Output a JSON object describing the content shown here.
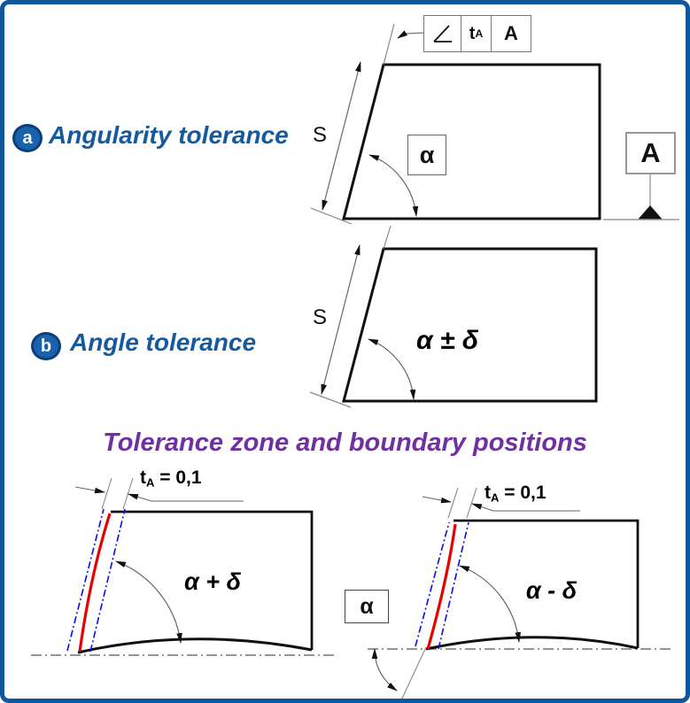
{
  "section_a": {
    "badge": "a",
    "title": "Angularity tolerance",
    "fcf": {
      "symbol_icon": "angularity-symbol",
      "tolerance_base": "t",
      "tolerance_sub": "A",
      "datum_ref": "A"
    },
    "labels": {
      "length": "S",
      "angle": "α"
    },
    "datum_flag": "A"
  },
  "section_b": {
    "badge": "b",
    "title": "Angle tolerance",
    "labels": {
      "length": "S",
      "angle": "α ± δ"
    }
  },
  "bottom": {
    "heading": "Tolerance zone and boundary positions",
    "left_diagram": {
      "tolerance_base": "t",
      "tolerance_sub": "A",
      "tolerance_value": " = 0,1",
      "angle": "α + δ"
    },
    "right_diagram": {
      "tolerance_base": "t",
      "tolerance_sub": "A",
      "tolerance_value": " = 0,1",
      "angle": "α - δ",
      "nominal_angle": "α"
    }
  },
  "colors": {
    "page_border": "#0e579f",
    "heading_blue": "#155a9e",
    "badge_blue": "#1862ae",
    "heading_purple": "#7030a0",
    "tolerance_zone_blue": "#0b0bee",
    "actual_surface_red": "#e60000",
    "outline_black": "#111111"
  }
}
